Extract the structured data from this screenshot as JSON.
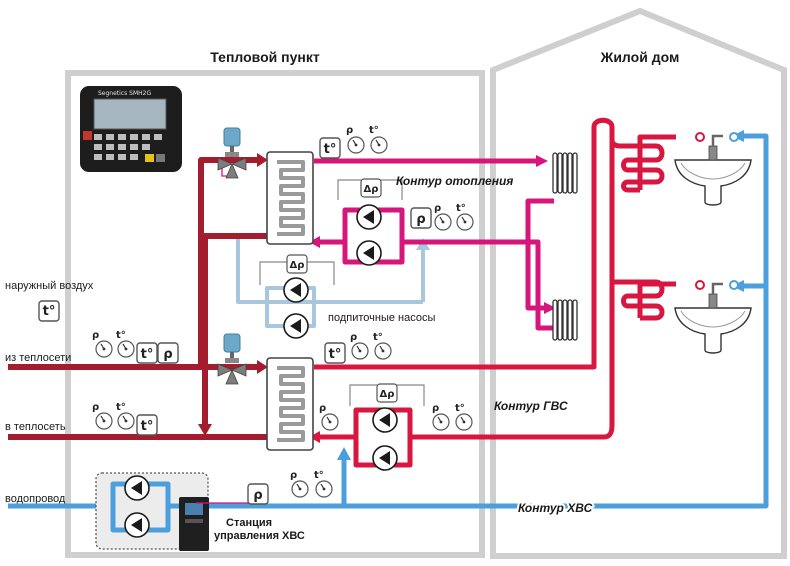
{
  "titles": {
    "heat_point": "Тепловой пункт",
    "house": "Жилой дом"
  },
  "side_labels": {
    "outdoor_air": "наружный воздух",
    "from_network": "из теплосети",
    "to_network": "в теплосеть",
    "water_supply": "водопровод"
  },
  "circuits": {
    "heating": "Контур отопления",
    "dhw": "Контур ГВС",
    "cold": "Контур ХВС"
  },
  "annotations": {
    "makeup_pumps": "подпиточные насосы",
    "station_line1": "Станция",
    "station_line2": "управления ХВС"
  },
  "symbols": {
    "pressure": "ρ",
    "temperature": "t°",
    "diff_pressure": "Δρ",
    "controller_brand": "Segnetics  SMH2G"
  },
  "colors": {
    "hot_supply": "#a31d2f",
    "heating": "#d6167a",
    "dhw": "#d8163f",
    "cold": "#4a9fdc",
    "makeup": "#a9c7dc",
    "building": "#cfcfcf",
    "signal": "#d6167a"
  }
}
